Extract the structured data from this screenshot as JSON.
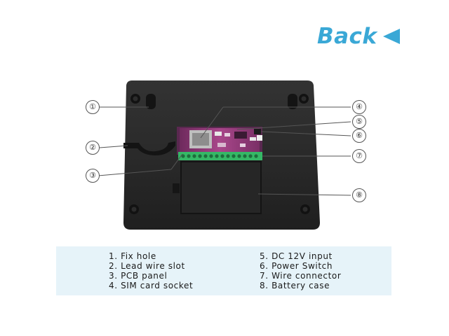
{
  "header": {
    "back_label": "Back",
    "back_arrow_icon": "triangle-left-icon",
    "accent_color": "#3aa8d6"
  },
  "callouts": [
    "①",
    "②",
    "③",
    "④",
    "⑤",
    "⑥",
    "⑦",
    "⑧"
  ],
  "legend": {
    "left": [
      "1. Fix hole",
      "2. Lead wire slot",
      "3. PCB panel",
      "4. SIM card socket"
    ],
    "right": [
      "5. DC 12V input",
      "6. Power Switch",
      "7. Wire connector",
      "8. Battery case"
    ],
    "background": "#e6f3f9"
  }
}
